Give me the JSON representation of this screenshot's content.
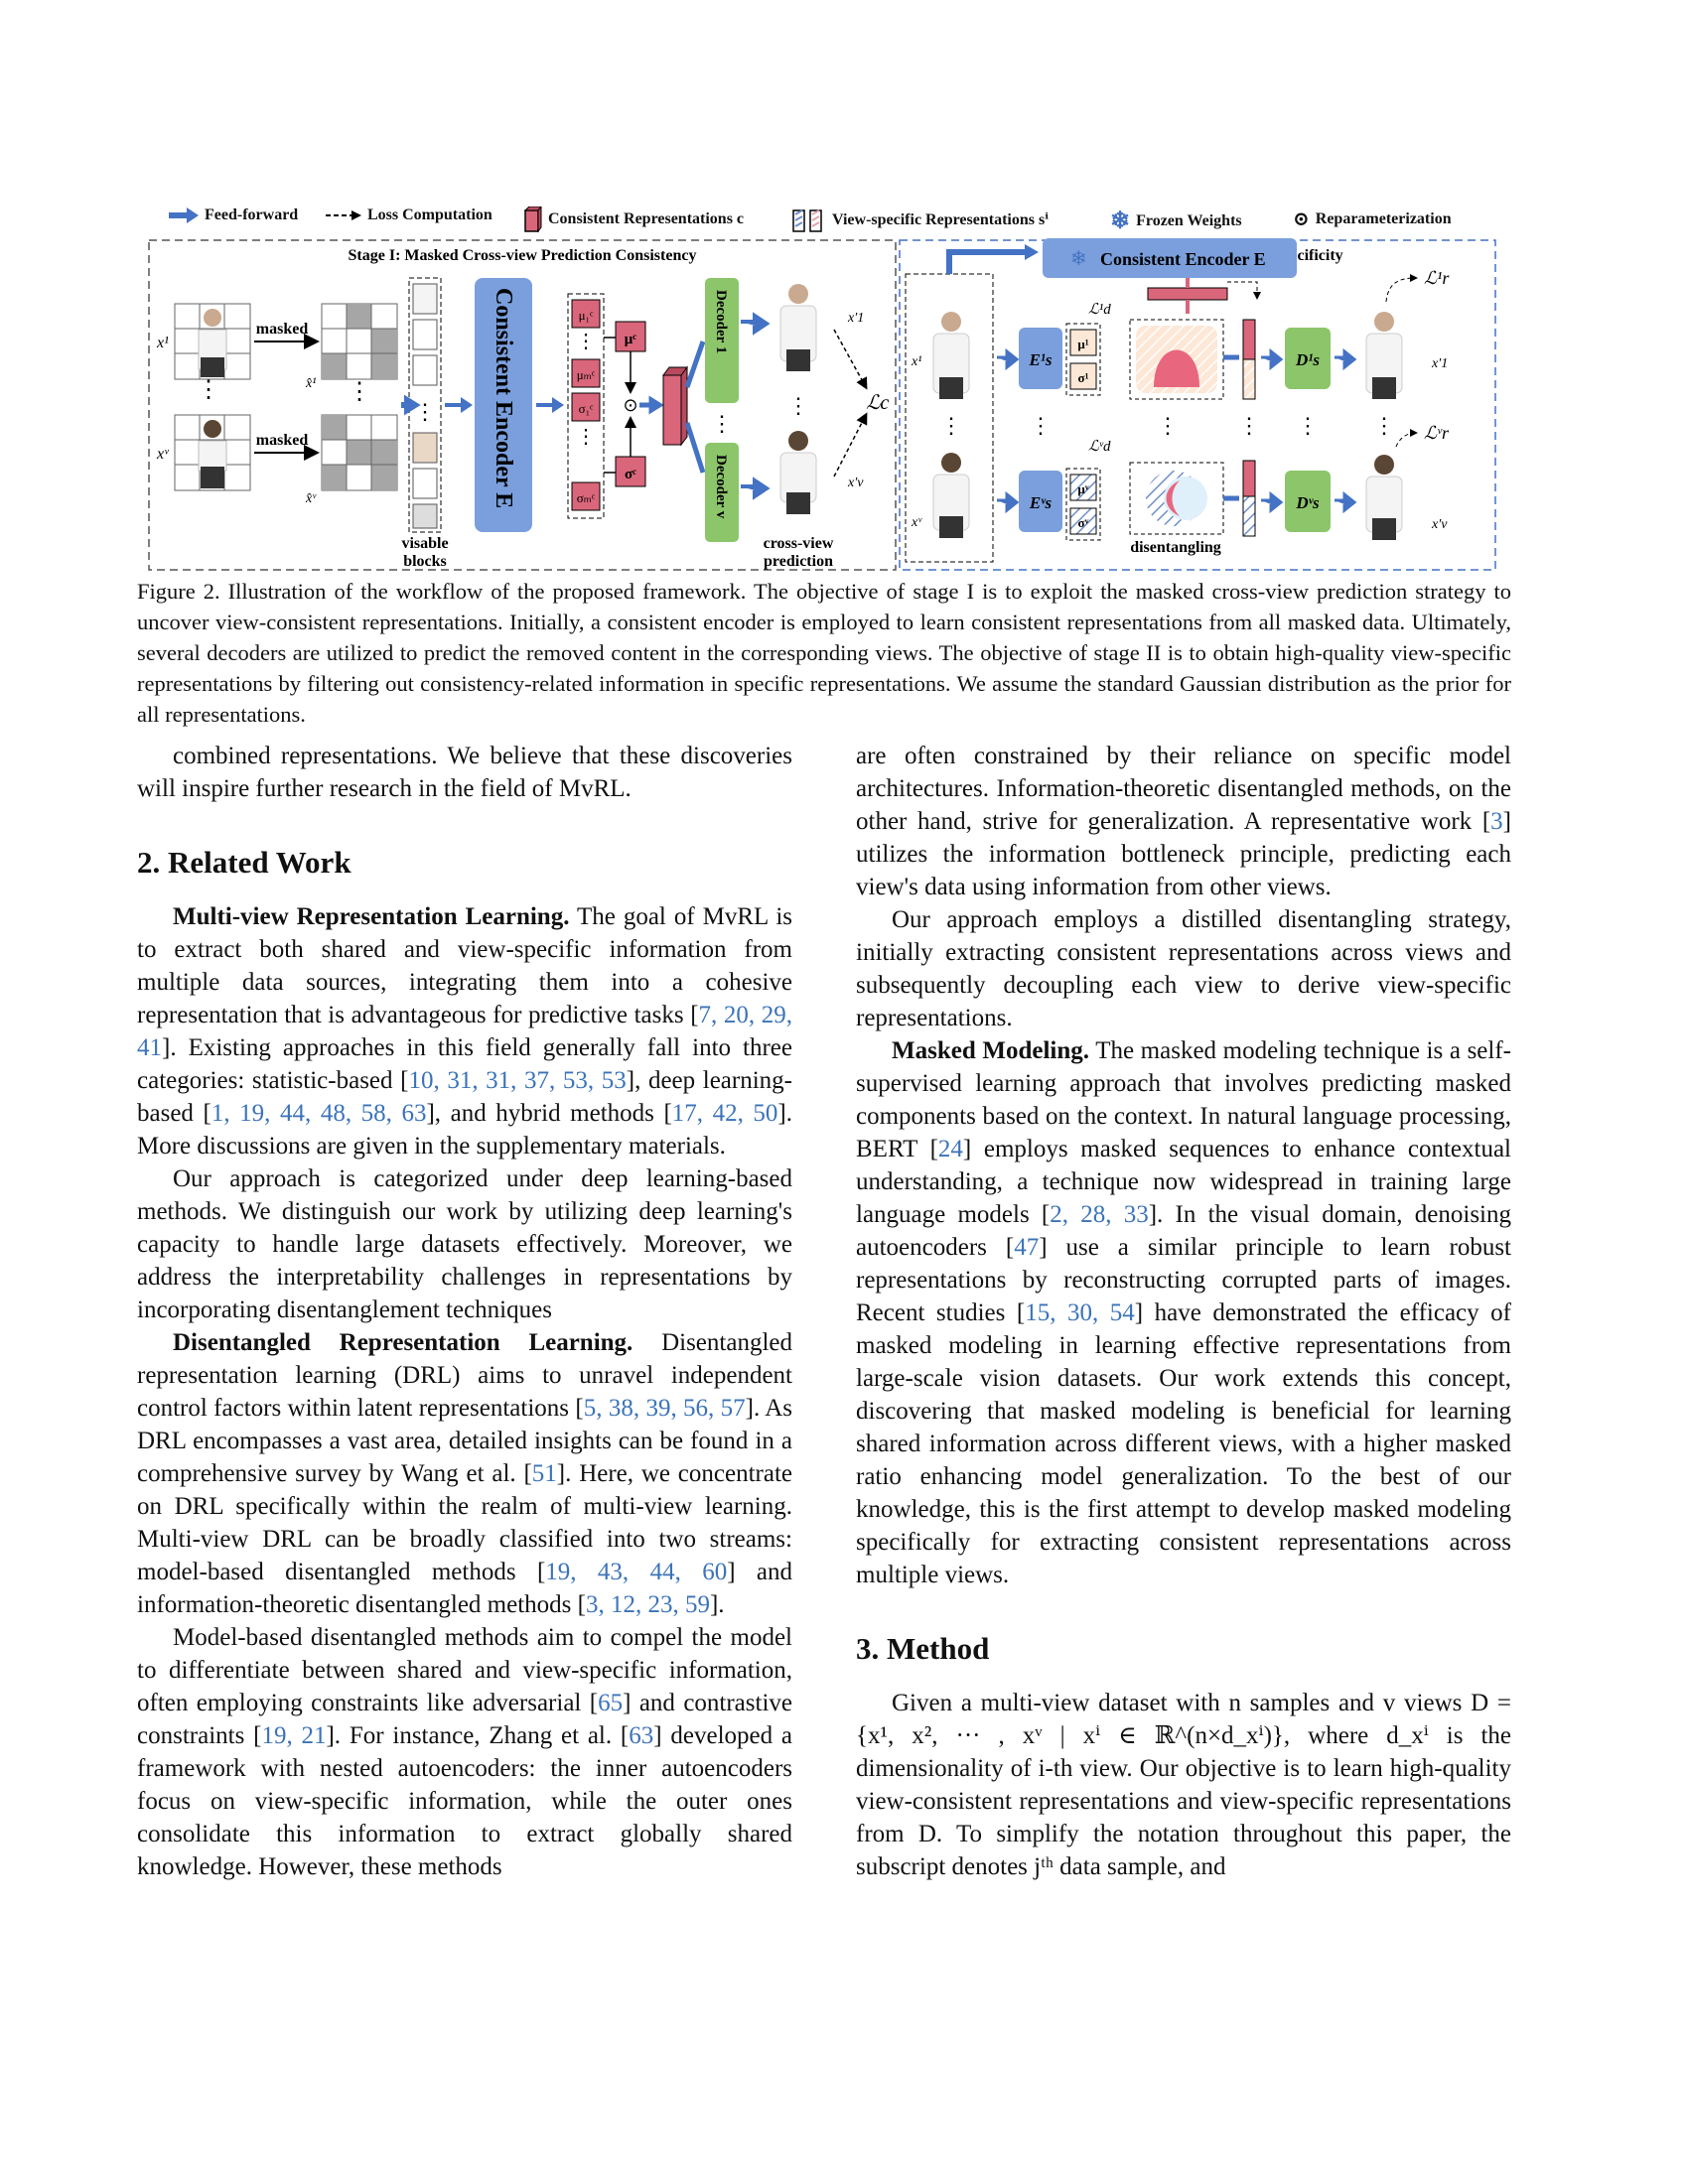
{
  "legend": {
    "feed_forward": "Feed-forward",
    "loss_computation": "Loss Computation",
    "consistent_representations": "Consistent  Representations c",
    "view_specific_representations": "View-specific Representations sⁱ",
    "frozen_weights": "Frozen Weights",
    "reparameterization": "Reparameterization"
  },
  "figure": {
    "stage1_title": "Stage I: Masked Cross-view Prediction Consistency",
    "stage2_title": "Stage II: Distilled Disentangling Specificity",
    "masked": "masked",
    "visable_blocks_1": "visable",
    "visable_blocks_2": "blocks",
    "consistent_encoder": "Consistent Encoder E",
    "consistent_encoder_stage2": "Consistent Encoder E",
    "decoder_1": "Decoder 1",
    "decoder_v": "Decoder v",
    "cross_view_1": "cross-view",
    "cross_view_2": "prediction",
    "disentangling": "disentangling",
    "x1": "x¹",
    "xv": "xᵛ",
    "xhat1": "x̂¹",
    "xhatv": "x̂ᵛ",
    "xprime1": "x′1",
    "xprimev": "x′v",
    "mu1c": "μ₁ᶜ",
    "mumc": "μₘᶜ",
    "sigma1c": "σ₁ᶜ",
    "sigmamc": "σₘᶜ",
    "muc": "μᶜ",
    "sigmac": "σᶜ",
    "Lc": "ℒc",
    "Es1": "E¹s",
    "Esv": "Eᵛs",
    "Ds1": "D¹s",
    "Dsv": "Dᵛs",
    "mu1": "μ¹",
    "sigma1": "σ¹",
    "muv": "μᵛ",
    "sigmav": "σᵛ",
    "Ld1": "ℒ¹d",
    "Ldv": "ℒᵛd",
    "Lr1": "ℒ¹r",
    "Lrv": "ℒᵛr"
  },
  "caption": "Figure 2. Illustration of the workflow of the proposed framework. The objective of stage I is to exploit the masked cross-view prediction strategy to uncover view-consistent representations. Initially, a consistent encoder is employed to learn consistent representations from all masked data. Ultimately, several decoders are utilized to predict the removed content in the corresponding views. The objective of stage II is to obtain high-quality view-specific representations by filtering out consistency-related information in specific representations. We assume the standard Gaussian distribution as the prior for all representations.",
  "left_column": {
    "continuation": "combined representations. We believe that these discoveries will inspire further research in the field of MvRL.",
    "section2_title": "2. Related Work",
    "mvrl_heading": "Multi-view Representation Learning.",
    "mvrl_p1a": "The goal of MvRL is to extract both shared and view-specific information from multiple data sources, integrating them into a cohesive representation that is advantageous for predictive tasks [",
    "mvrl_p1b": "]. Existing approaches in this field generally fall into three categories: statistic-based [",
    "mvrl_p1c": "], deep learning-based [",
    "mvrl_p1d": "], and hybrid methods [",
    "mvrl_p1e": "]. More discussions are given in the supplementary materials.",
    "cite_a": "7, 20, 29, 41",
    "cite_b": "10, 31, 31, 37, 53, 53",
    "cite_c": "1, 19, 44, 48, 58, 63",
    "cite_d": "17, 42, 50",
    "mvrl_p2": "Our approach is categorized under deep learning-based methods. We distinguish our work by utilizing deep learning's capacity to handle large datasets effectively. Moreover, we address the interpretability challenges in representations by incorporating disentanglement techniques",
    "drl_heading": "Disentangled Representation Learning.",
    "drl_p1a": "Disentangled representation learning (DRL) aims to unravel independent control factors within latent representations [",
    "drl_p1b": "]. As DRL encompasses a vast area, detailed insights can be found in a comprehensive survey by Wang et al. [",
    "drl_p1c": "]. Here, we concentrate on DRL specifically within the realm of multi-view learning. Multi-view DRL can be broadly classified into two streams: model-based disentangled methods [",
    "drl_p1d": "] and information-theoretic disentangled methods [",
    "drl_p1e": "].",
    "cite_e": "5, 38, 39, 56, 57",
    "cite_f": "51",
    "cite_g": "19, 43, 44, 60",
    "cite_h": "3, 12, 23, 59",
    "drl_p2a": "Model-based disentangled methods aim to compel the model to differentiate between shared and view-specific information, often employing constraints like adversarial [",
    "drl_p2b": "] and contrastive constraints [",
    "drl_p2c": "]. For instance, Zhang et al. [",
    "drl_p2d": "] developed a framework with nested autoencoders: the inner autoencoders focus on view-specific information, while the outer ones consolidate this information to extract globally shared knowledge. However, these methods",
    "cite_i": "65",
    "cite_j": "19, 21",
    "cite_k": "63"
  },
  "right_column": {
    "p1a": "are often constrained by their reliance on specific model architectures. Information-theoretic disentangled methods, on the other hand, strive for generalization. A representative work [",
    "p1b": "] utilizes the information bottleneck principle, predicting each view's data using information from other views.",
    "cite_a": "3",
    "p2": "Our approach employs a distilled disentangling strategy, initially extracting consistent representations across views and subsequently decoupling each view to derive view-specific representations.",
    "mm_heading": "Masked Modeling.",
    "mm_a": "The masked modeling technique is a self-supervised learning approach that involves predicting masked components based on the context. In natural language processing, BERT [",
    "mm_b": "] employs masked sequences to enhance contextual understanding, a technique now widespread in training large language models [",
    "mm_c": "]. In the visual domain, denoising autoencoders [",
    "mm_d": "] use a similar principle to learn robust representations by reconstructing corrupted parts of images. Recent studies [",
    "mm_e": "] have demonstrated the efficacy of masked modeling in learning effective representations from large-scale vision datasets. Our work extends this concept, discovering that masked modeling is beneficial for learning shared information across different views, with a higher masked ratio enhancing model generalization. To the best of our knowledge, this is the first attempt to develop masked modeling specifically for extracting consistent representations across multiple views.",
    "cite_b": "24",
    "cite_c": "2, 28, 33",
    "cite_d": "47",
    "cite_e": "15, 30, 54",
    "section3_title": "3. Method",
    "method_p": "Given a multi-view dataset with n samples and v views D = {x¹, x², ··· , xᵛ | xⁱ ∈ ℝ^(n×d_xⁱ)}, where d_xⁱ is the dimensionality of i-th view. Our objective is to learn high-quality view-consistent representations and view-specific representations from D. To simplify the notation throughout this paper, the subscript denotes jᵗʰ data sample, and"
  },
  "colors": {
    "arrow_blue": "#4472c4",
    "rep_pink": "#d9667a",
    "decoder_green": "#8cc56a",
    "encoder_blue": "#7a9fdc",
    "cite_blue": "#3b73b9"
  }
}
